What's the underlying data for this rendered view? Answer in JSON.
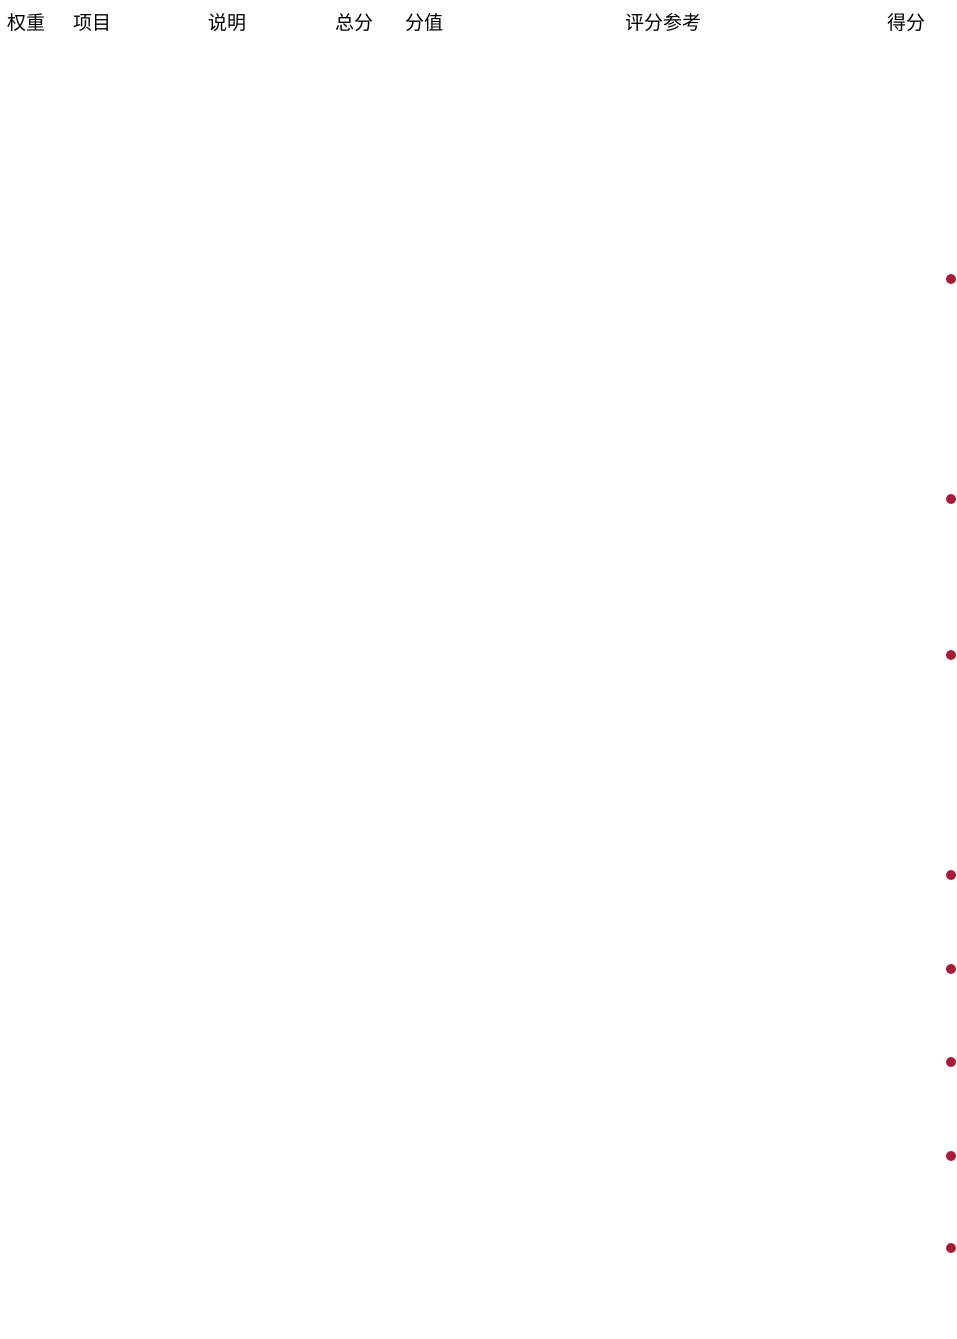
{
  "table": {
    "headers": {
      "weight": "权重",
      "item": "项目",
      "description": "说明",
      "total": "总分",
      "value": "分值",
      "reference": "评分参考",
      "score": "得分"
    },
    "row_marker_color": "#a51c3a",
    "row_marker_count": 8
  }
}
